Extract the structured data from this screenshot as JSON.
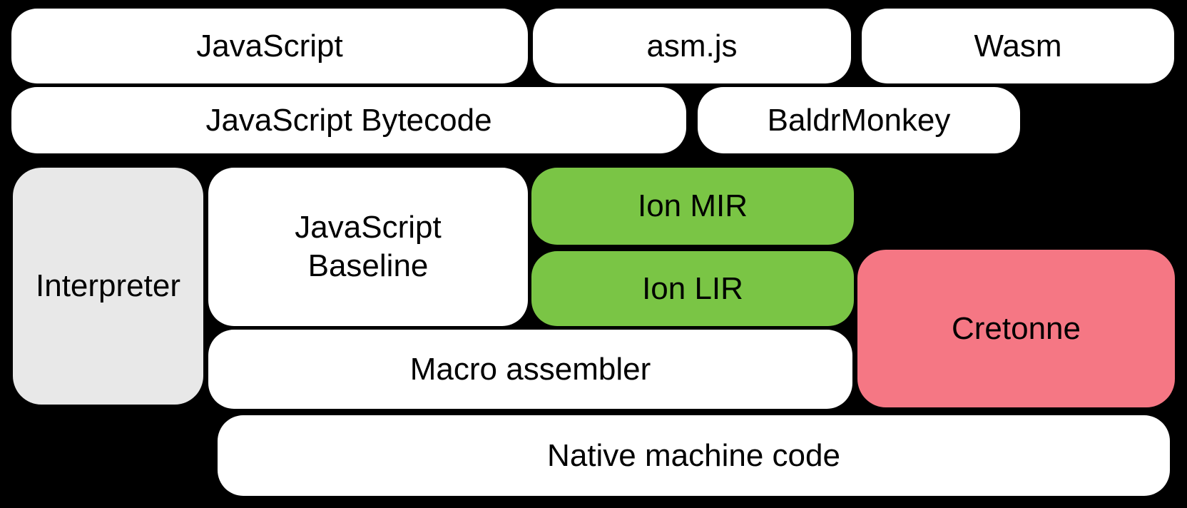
{
  "diagram": {
    "nodes": [
      {
        "id": "javascript",
        "label": "JavaScript"
      },
      {
        "id": "asm-js",
        "label": "asm.js"
      },
      {
        "id": "wasm",
        "label": "Wasm"
      },
      {
        "id": "javascript-bytecode",
        "label": "JavaScript Bytecode"
      },
      {
        "id": "baldrmonkey",
        "label": "BaldrMonkey"
      },
      {
        "id": "interpreter",
        "label": "Interpreter"
      },
      {
        "id": "javascript-baseline",
        "label": "JavaScript Baseline"
      },
      {
        "id": "ion-mir",
        "label": "Ion MIR"
      },
      {
        "id": "ion-lir",
        "label": "Ion LIR"
      },
      {
        "id": "cretonne",
        "label": "Cretonne"
      },
      {
        "id": "macro-assembler",
        "label": "Macro assembler"
      },
      {
        "id": "native-machine-code",
        "label": "Native machine code"
      }
    ],
    "colors": {
      "background": "#000000",
      "node_default": "#FFFFFF",
      "node_interpreter": "#E8E8E8",
      "node_ion": "#7AC545",
      "node_cretonne": "#F57784",
      "text": "#000000"
    }
  }
}
